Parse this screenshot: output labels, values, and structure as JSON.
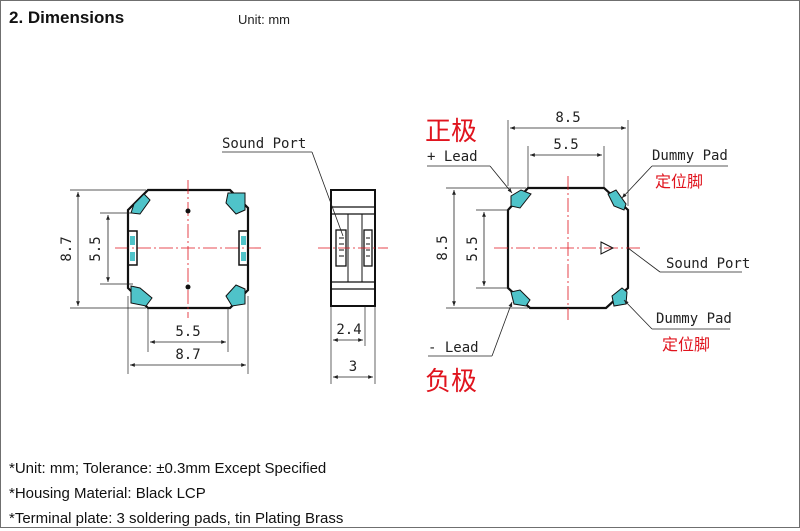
{
  "header": {
    "title": "2.  Dimensions",
    "unit": "Unit: mm"
  },
  "side_view": {
    "label": "Sound Port",
    "dim_body": "2.4",
    "dim_total": "3"
  },
  "front_view": {
    "dim_width": "5.5",
    "dim_full_width": "8.7",
    "dim_height_outer": "8.7",
    "dim_height_inner": "5.5"
  },
  "bottom_view": {
    "dim_top_outer": "8.5",
    "dim_top_inner": "5.5",
    "dim_left_outer": "8.5",
    "dim_left_inner": "5.5",
    "positive_cn": "正极",
    "positive_en": "+ Lead",
    "negative_cn": "负极",
    "negative_en": "- Lead",
    "dummy_top_en": "Dummy Pad",
    "dummy_top_cn": "定位脚",
    "dummy_bottom_en": "Dummy Pad",
    "dummy_bottom_cn": "定位脚",
    "sound_port": "Sound Port"
  },
  "notes": [
    "*Unit: mm; Tolerance:  ±0.3mm Except Specified",
    "*Housing Material: Black LCP",
    "*Terminal plate: 3 soldering pads, tin Plating Brass"
  ],
  "colors": {
    "pad": "#4fc3c9",
    "red_text": "#e0141e",
    "outline": "#111111",
    "centerline": "#e0141e"
  }
}
